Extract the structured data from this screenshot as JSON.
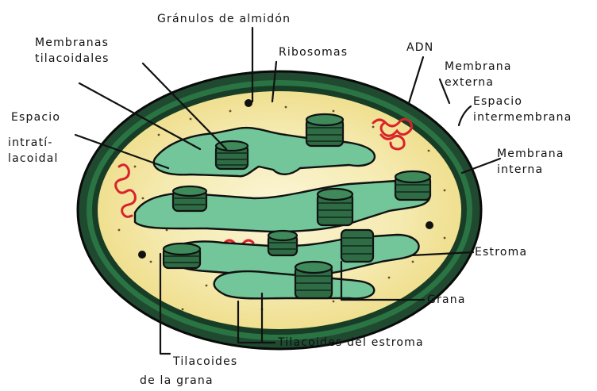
{
  "diagram": {
    "labels": {
      "granulos": "Gránulos de almidón",
      "membranas_tilacoidales_1": "Membranas",
      "membranas_tilacoidales_2": "tilacoidales",
      "ribosomas": "Ribosomas",
      "adn": "ADN",
      "membrana_externa_1": "Membrana",
      "membrana_externa_2": "externa",
      "espacio_inter_1": "Espacio",
      "espacio_inter_2": "intermembrana",
      "membrana_interna_1": "Membrana",
      "membrana_interna_2": "interna",
      "espacio_intra_1": "Espacio",
      "espacio_intra_2": "intratí-",
      "espacio_intra_3": "lacoidal",
      "estroma": "Estroma",
      "grana": "Grana",
      "tilacoides_estroma": "Tilacoides del estroma",
      "tilacoides_grana_1": "Tilacoides",
      "tilacoides_grana_2": "de la grana"
    },
    "colors": {
      "outline": "#111111",
      "outer_membrane": "#1f4a30",
      "intermembrane": "#2d7a49",
      "stroma": "#f3e7a3",
      "stroma_light": "#faf4d2",
      "thylakoid": "#6fc497",
      "granum": "#2f6b45",
      "dna": "#d8232a"
    }
  }
}
